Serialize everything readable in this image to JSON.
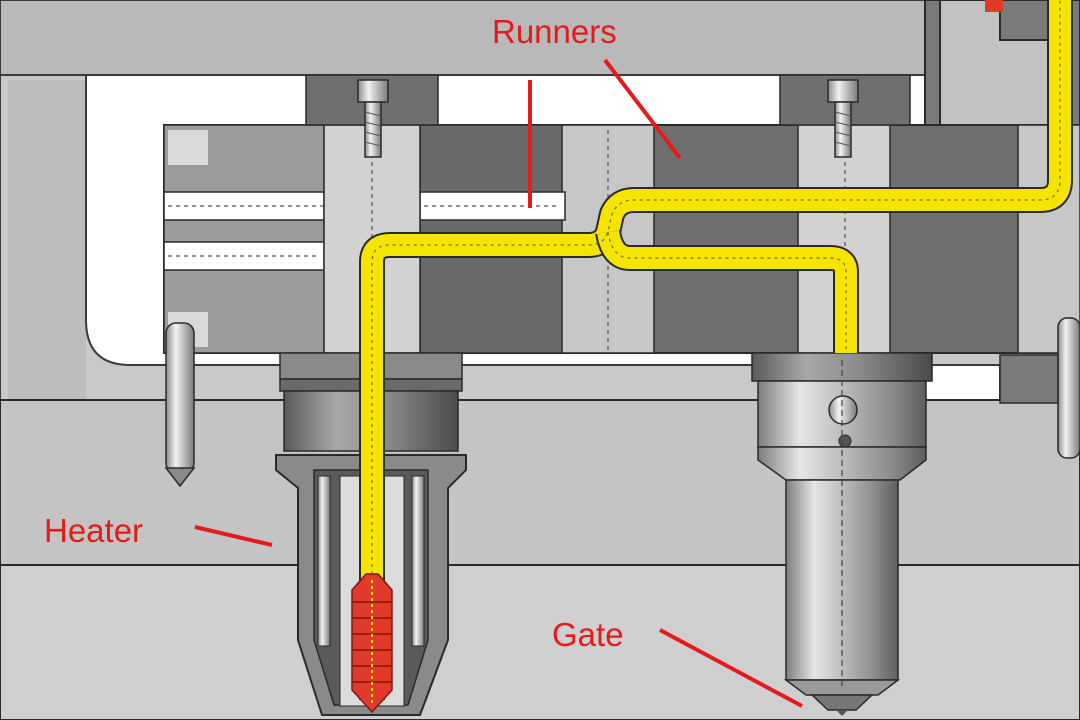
{
  "labels": {
    "runners": "Runners",
    "heater": "Heater",
    "gate": "Gate"
  },
  "colors": {
    "plate_light": "#c8c8c8",
    "plate_mid": "#a9a9a9",
    "plate_dark": "#6e6e6e",
    "frame": "#b9b9b9",
    "melt": "#f5e400",
    "heater": "#e23a2a",
    "callout": "#e41b1b",
    "outline": "#2a2a2a"
  }
}
